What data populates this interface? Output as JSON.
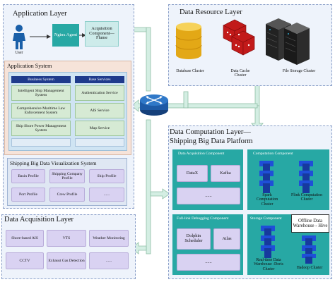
{
  "application_layer": {
    "title": "Application Layer",
    "user_label": "User",
    "nginx_agent": "Nginx Agent",
    "acquisition_component": "Acquisition Component—Flume",
    "application_system": {
      "title": "Application System",
      "business_system": {
        "title": "Business System",
        "items": [
          "Intelligent Ship Management System",
          "Comprehensive Maritime Law Enforcement System",
          "Ship Shore Power Management System"
        ]
      },
      "base_services": {
        "title": "Base Services",
        "items": [
          "Authentication Service",
          "AIS Service",
          "Map Service"
        ]
      }
    },
    "visualization_system": {
      "title": "Shipping Big Data Visualization System",
      "row1": [
        "Basin Profile",
        "Shipping Company Profile",
        "Ship Profile"
      ],
      "row2": [
        "Port Profile",
        "Crew Profile",
        "......"
      ]
    }
  },
  "data_acquisition_layer": {
    "title": "Data Acquisition Layer",
    "row1": [
      "Shore-based AIS",
      "VTS",
      "Weather Monitoring"
    ],
    "row2": [
      "CCTV",
      "Exhaust Gas Detection",
      "......"
    ]
  },
  "data_resource_layer": {
    "title": "Data Resource Layer",
    "items": [
      "Database Cluster",
      "Data Cache Cluster",
      "File Storage Cluster"
    ]
  },
  "data_computation_layer": {
    "title_line1": "Data Computation Layer—",
    "title_line2": "Shipping Big Data Platform",
    "acquisition_component": {
      "title": "Data Acquisition Component",
      "items": [
        "DataX",
        "Kafka",
        "......"
      ]
    },
    "computation_component": {
      "title": "Computation Component",
      "items": [
        "Spark Computation Cluster",
        "Flink Computation Cluster"
      ]
    },
    "debugging_component": {
      "title": "Full-link Debugging Component",
      "items": [
        "Dolphin Scheduler",
        "Atlas",
        "......"
      ]
    },
    "storage_component": {
      "title": "Storage Component",
      "offline_warehouse": "Offline Data Warehouse - Hive",
      "items": [
        "Real-time Data Warehouse -Doris Cluster",
        "Hadoop Cluster"
      ]
    }
  },
  "colors": {
    "layer_bg": "#eef3fb",
    "arrow": "#cfeadf",
    "teal": "#27a8a4",
    "navy": "#1f3b8c",
    "lavender": "#d9d2f2"
  }
}
